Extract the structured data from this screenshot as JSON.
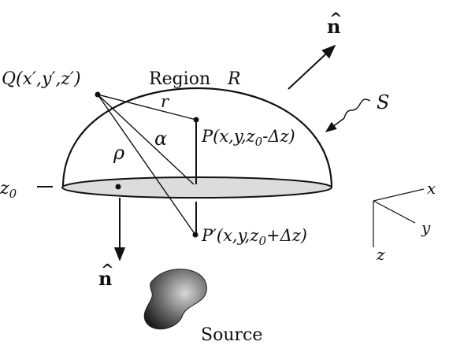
{
  "labels": {
    "normal_top": "n",
    "normal_hat": "^",
    "normal_bottom": "n",
    "normal_bottom_hat": "^",
    "region": "Region",
    "region_symbol": "R",
    "surface": "S",
    "point_q": "Q(x′,y′,z′)",
    "point_p_prefix": "P(x,y,z",
    "point_p_sub": "0",
    "point_p_suffix": "-Δz)",
    "point_pp_prefix": "P′(x,y,z",
    "point_pp_sub": "0",
    "point_pp_suffix": "+Δz)",
    "r": "r",
    "rho": "ρ",
    "alpha": "α",
    "z0_base": "z",
    "z0_sub": "0",
    "axis_x": "x",
    "axis_y": "y",
    "axis_z": "z",
    "source": "Source"
  },
  "colors": {
    "ink": "#111111",
    "disc_fill": "#dcdcdc",
    "source_dark": "#2a2a2a",
    "source_light": "#c8c8c8"
  }
}
